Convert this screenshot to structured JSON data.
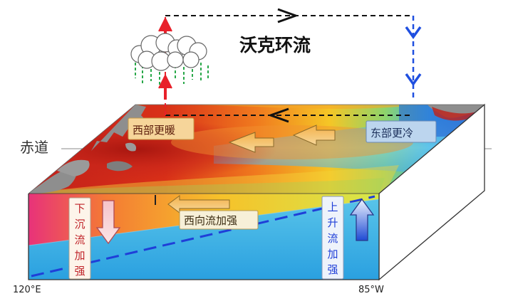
{
  "title": "沃克环流",
  "equator_label": "赤道",
  "west_warmer": "西部更暖",
  "east_colder": "东部更冷",
  "westward_flow": "西向流加强",
  "sinking_label": "下沉流加强",
  "upwelling_label": "上升流加强",
  "lon_left": "120°E",
  "lon_right": "85°W",
  "colors": {
    "warm_label_bg": "#f6d59a",
    "cool_label_bg": "#bcd5ee",
    "ascending_arrow": "#e8202a",
    "descending_arrow": "#1f4fe0",
    "thermocline": "#1f3fd8"
  }
}
